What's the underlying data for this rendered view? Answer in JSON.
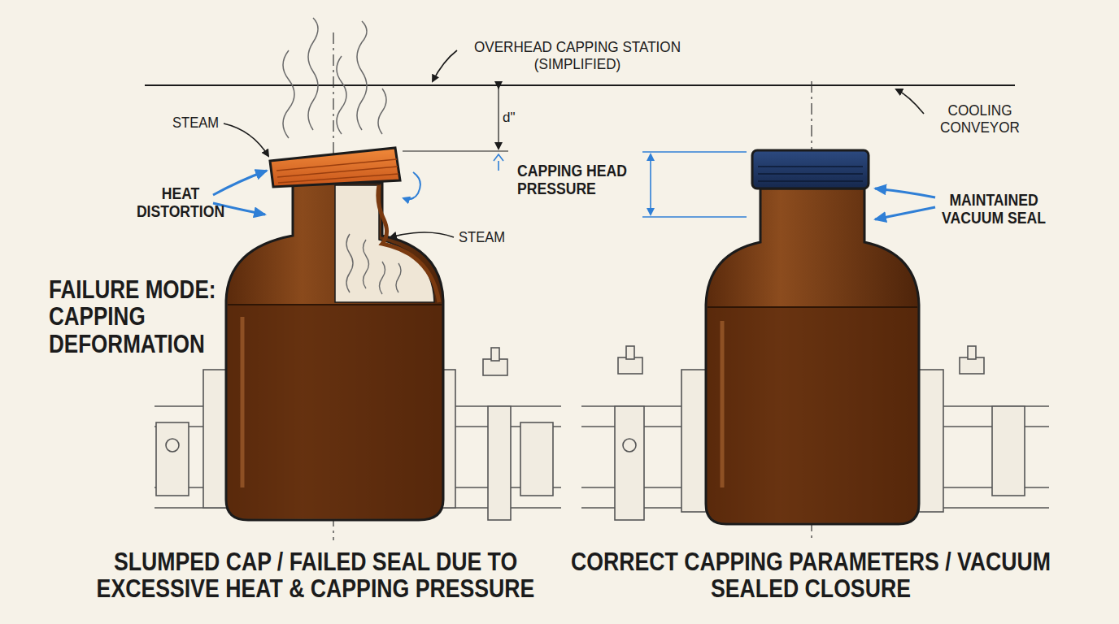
{
  "diagram": {
    "labels": [
      "OVERHEAD CAPPING STATION (SIMPLIFIED)",
      "COOLING CONVEYOR",
      "STEAM",
      "HEAT DISTORTION",
      "d\"",
      "CAPPING HEAD PRESSURE",
      "STEAM",
      "MAINTAINED VACUUM SEAL",
      "FAILURE MODE: CAPPING DEFORMATION",
      "SLUMPED CAP / FAILED SEAL DUE TO EXCESSIVE HEAT & CAPPING PRESSURE",
      "CORRECT CAPPING PARAMETERS / VACUUM SEALED CLOSURE"
    ]
  }
}
